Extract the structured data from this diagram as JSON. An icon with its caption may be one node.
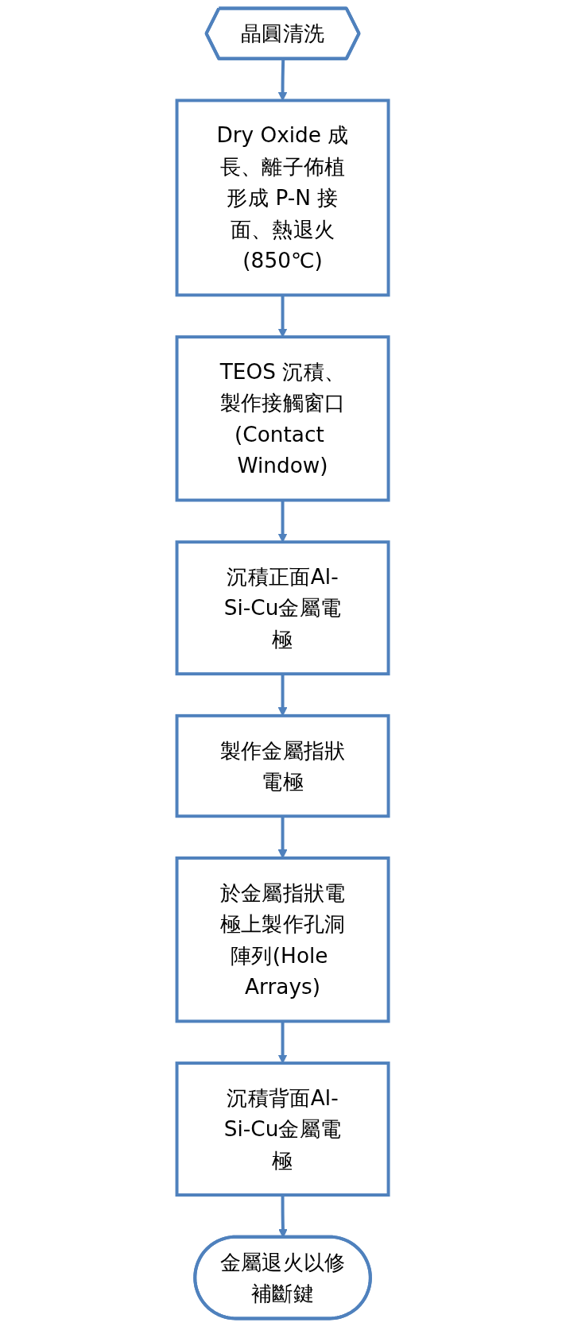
{
  "diagram": {
    "nodes": [
      {
        "text": [
          "晶圓清洗"
        ]
      },
      {
        "text": [
          "Dry Oxide 成長、離子佈植形成 P-N 接面、熱退火(850℃)"
        ]
      },
      {
        "text": [
          "TEOS 沉積、製作接觸窗口(Contact Window)"
        ]
      },
      {
        "text": [
          "沉積正面Al-Si-Cu金屬電極"
        ]
      },
      {
        "text": [
          "製作金屬指狀電極"
        ]
      },
      {
        "text": [
          "於金屬指狀電極上製作孔洞陣列(Hole Arrays)"
        ]
      },
      {
        "text": [
          "沉積背面Al-Si-Cu金屬電極"
        ]
      },
      {
        "text": [
          "金屬退火以修補斷鍵"
        ]
      }
    ],
    "edges": [
      {
        "from": 0,
        "to": 1,
        "arrow": "to"
      },
      {
        "from": 1,
        "to": 2,
        "arrow": "to"
      },
      {
        "from": 2,
        "to": 3,
        "arrow": "to"
      },
      {
        "from": 3,
        "to": 4,
        "arrow": "to"
      },
      {
        "from": 4,
        "to": 5,
        "arrow": "to"
      },
      {
        "from": 5,
        "to": 6,
        "arrow": "to"
      },
      {
        "from": 6,
        "to": 7,
        "arrow": "to"
      }
    ]
  }
}
